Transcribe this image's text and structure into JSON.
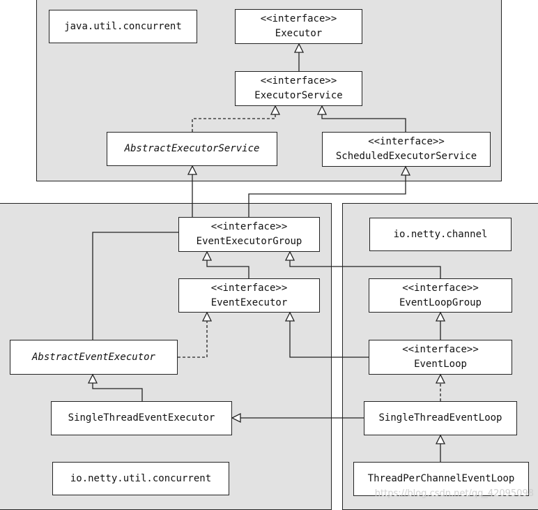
{
  "packages": {
    "java_util_concurrent": "java.util.concurrent",
    "io_netty_util_concurrent": "io.netty.util.concurrent",
    "io_netty_channel": "io.netty.channel"
  },
  "stereotype": "<<interface>>",
  "classes": {
    "executor": "Executor",
    "executor_service": "ExecutorService",
    "abstract_executor_service": "AbstractExecutorService",
    "scheduled_executor_service": "ScheduledExecutorService",
    "event_executor_group": "EventExecutorGroup",
    "event_executor": "EventExecutor",
    "abstract_event_executor": "AbstractEventExecutor",
    "single_thread_event_executor": "SingleThreadEventExecutor",
    "event_loop_group": "EventLoopGroup",
    "event_loop": "EventLoop",
    "single_thread_event_loop": "SingleThreadEventLoop",
    "thread_per_channel_event_loop": "ThreadPerChannelEventLoop"
  },
  "watermark": "https://blog.csdn.net/qq_42095098"
}
